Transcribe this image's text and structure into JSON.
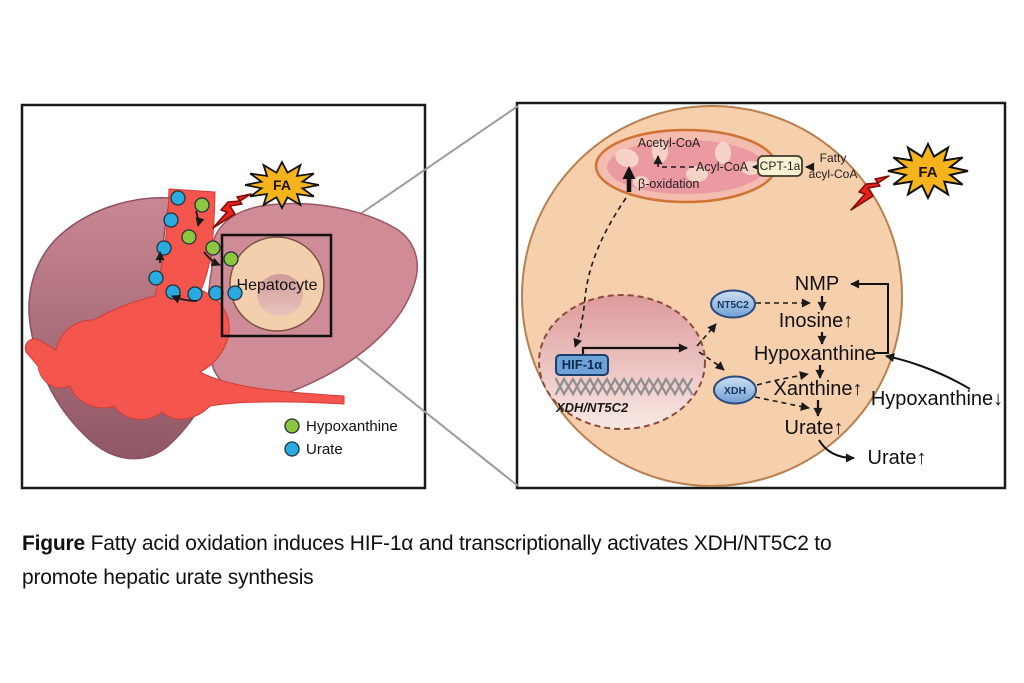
{
  "caption": {
    "label": "Figure",
    "text": " Fatty acid oxidation induces HIF-1α and transcriptionally activates XDH/NT5C2 to promote hepatic urate synthesis"
  },
  "colors": {
    "hypoxanthine_green": "#8dc63f",
    "urate_blue": "#29abe2",
    "fa_star_yellow": "#f5b31c",
    "lightning_red": "#e8211a",
    "cell_peach": "#f6cfad",
    "hif_box_blue": "#6da2d6"
  },
  "left_panel": {
    "fa_badge": "FA",
    "hepatocyte_label": "Hepatocyte",
    "legend": [
      {
        "label": "Hypoxanthine"
      },
      {
        "label": "Urate"
      }
    ]
  },
  "right_panel": {
    "fa_badge": "FA",
    "mitochondrion": {
      "acetyl_coa": "Acetyl-CoA",
      "acyl_coa": "Acyl-CoA",
      "beta_oxidation": "β-oxidation",
      "cpt1a": "CPT-1a",
      "fatty_line1": "Fatty",
      "fatty_line2": "acyl-CoA"
    },
    "nucleus": {
      "hif1a": "HIF-1α",
      "gene": "XDH/NT5C2"
    },
    "enzymes": {
      "nt5c2": "NT5C2",
      "xdh": "XDH"
    },
    "pathway": {
      "nodes": [
        {
          "name": "NMP",
          "mark": ""
        },
        {
          "name": "Inosine",
          "mark": "↑"
        },
        {
          "name": "Hypoxanthine",
          "mark": ""
        },
        {
          "name": "Xanthine",
          "mark": "↑"
        },
        {
          "name": "Urate",
          "mark": "↑"
        }
      ],
      "uptake": {
        "name": "Hypoxanthine",
        "mark": "↓"
      },
      "secreted": {
        "name": "Urate",
        "mark": "↑"
      }
    }
  }
}
